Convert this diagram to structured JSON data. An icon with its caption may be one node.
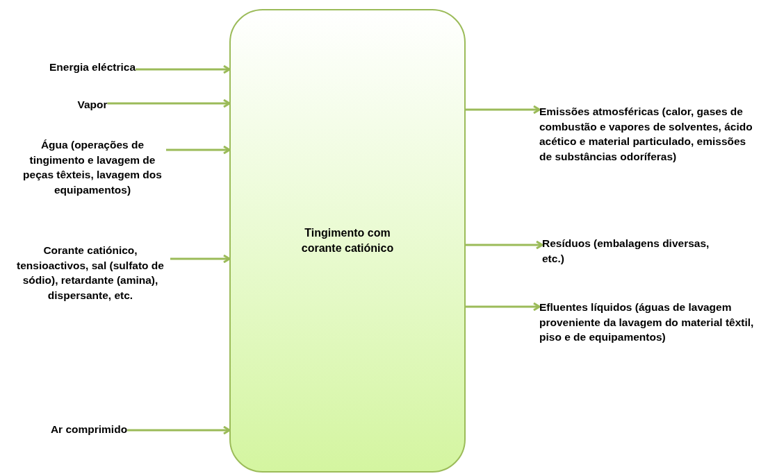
{
  "diagram": {
    "nodes": [
      {
        "text": [
          "Tingimento com corante catiónico"
        ]
      },
      {
        "text": [
          "Energia eléctrica"
        ]
      },
      {
        "text": [
          "Vapor"
        ]
      },
      {
        "text": [
          "Água (operações de tingimento e lavagem de peças têxteis, lavagem dos equipamentos)"
        ]
      },
      {
        "text": [
          "Corante catiónico, tensioactivos, sal (sulfato de sódio), retardante (amina), dispersante, etc."
        ]
      },
      {
        "text": [
          "Ar comprimido"
        ]
      },
      {
        "text": [
          "Emissões atmosféricas (calor, gases de combustão e vapores de solventes, ácido acético e material particulado, emissões de substâncias odoríferas)"
        ]
      },
      {
        "text": [
          "Resíduos (embalagens diversas, etc.)"
        ]
      },
      {
        "text": [
          "Efluentes líquidos (águas de lavagem proveniente da lavagem do material têxtil, piso e de equipamentos)"
        ]
      }
    ],
    "edges": [
      {
        "from": 1,
        "to": 0,
        "arrow": "to"
      },
      {
        "from": 2,
        "to": 0,
        "arrow": "to"
      },
      {
        "from": 3,
        "to": 0,
        "arrow": "to"
      },
      {
        "from": 4,
        "to": 0,
        "arrow": "to"
      },
      {
        "from": 5,
        "to": 0,
        "arrow": "to"
      },
      {
        "from": 0,
        "to": 6,
        "arrow": "to"
      },
      {
        "from": 0,
        "to": 7,
        "arrow": "to"
      },
      {
        "from": 0,
        "to": 8,
        "arrow": "to"
      }
    ]
  }
}
